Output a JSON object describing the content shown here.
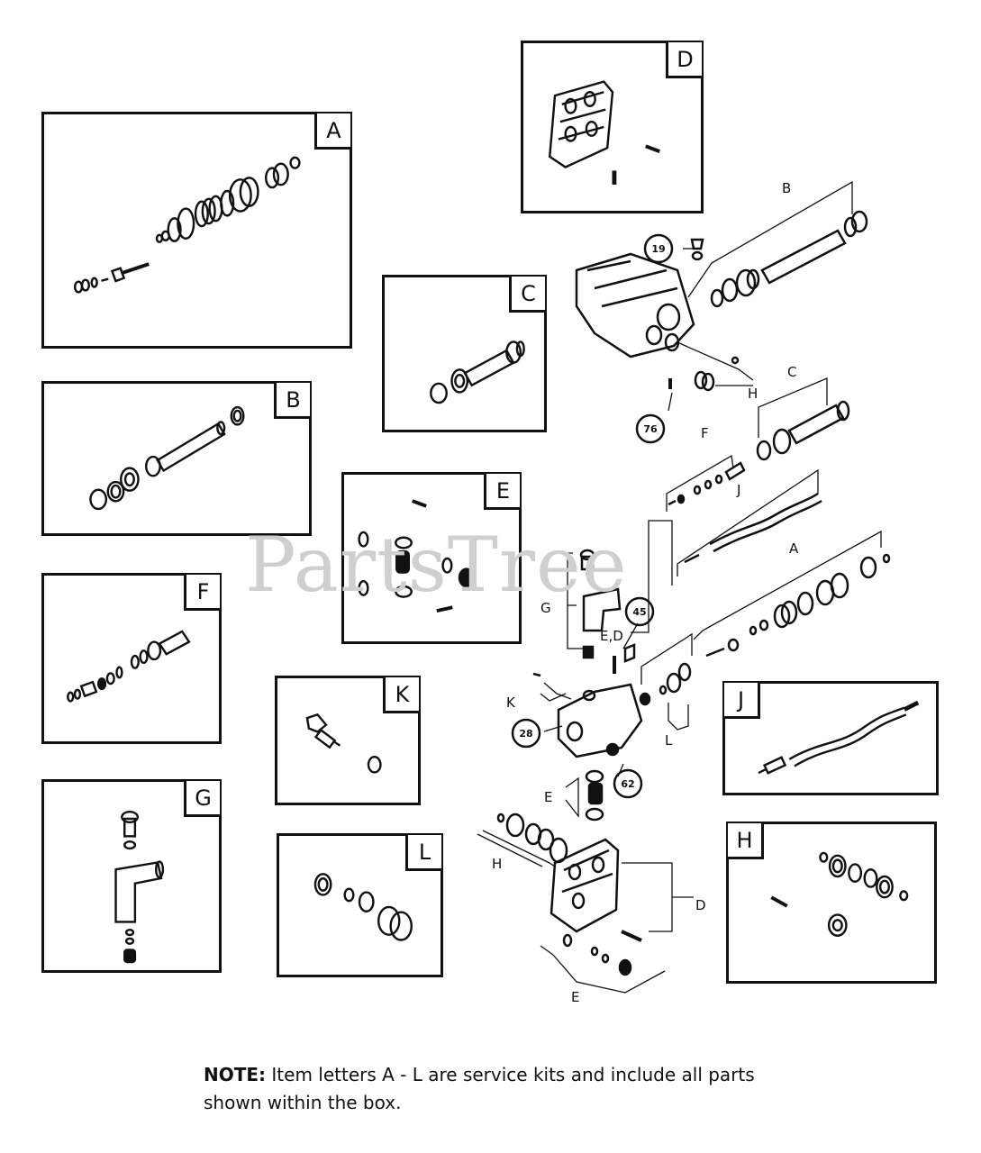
{
  "watermark": "PartsTree",
  "note": {
    "label": "NOTE:",
    "text": "Item letters A - L are service kits and include all parts shown within the box."
  },
  "kits": [
    "A",
    "B",
    "C",
    "D",
    "E",
    "F",
    "G",
    "H",
    "J",
    "K",
    "L"
  ],
  "callouts": [
    "19",
    "76",
    "45",
    "28",
    "62"
  ],
  "diagram_labels": [
    "B",
    "H",
    "C",
    "F",
    "J",
    "A",
    "G",
    "E,D",
    "K",
    "L",
    "E",
    "H",
    "D",
    "E"
  ]
}
